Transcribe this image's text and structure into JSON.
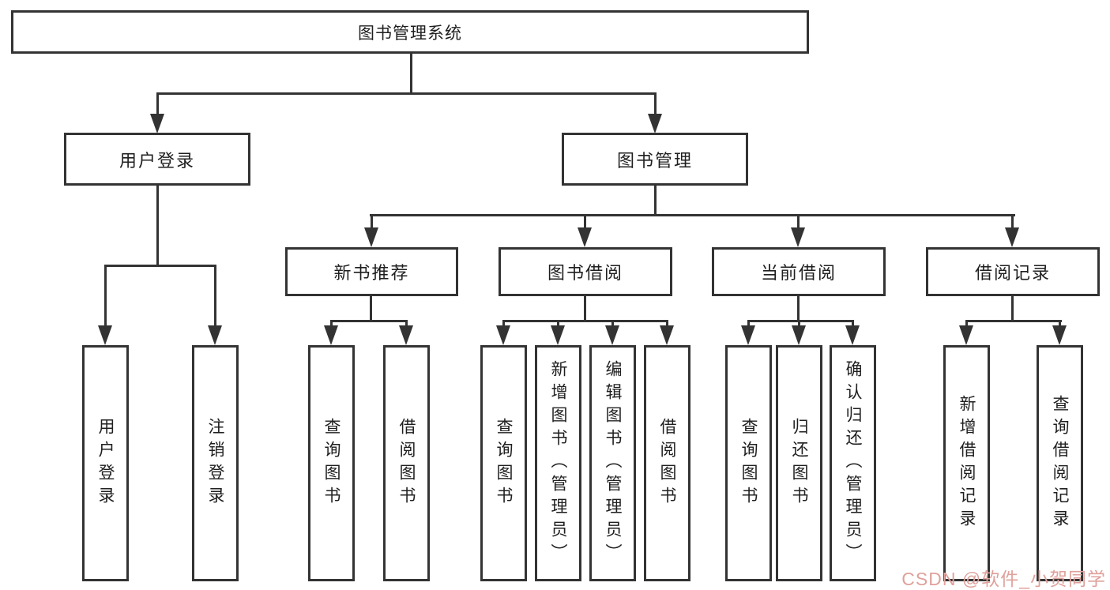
{
  "nodes": {
    "root": "图书管理系统",
    "l2_user_login": "用户登录",
    "l2_book_mgmt": "图书管理",
    "l3_new_books": "新书推荐",
    "l3_book_borrow": "图书借阅",
    "l3_current_borrow": "当前借阅",
    "l3_borrow_records": "借阅记录",
    "leaf_user_login": "用户登录",
    "leaf_logout": "注销登录",
    "leaf_nb_query": "查询图书",
    "leaf_nb_borrow": "借阅图书",
    "leaf_bb_query": "查询图书",
    "leaf_bb_add": "新增图书（管理员）",
    "leaf_bb_edit": "编辑图书（管理员）",
    "leaf_bb_borrow": "借阅图书",
    "leaf_cb_query": "查询图书",
    "leaf_cb_return": "归还图书",
    "leaf_cb_confirm": "确认归还（管理员）",
    "leaf_br_add": "新增借阅记录",
    "leaf_br_query": "查询借阅记录"
  },
  "watermark": "CSDN @软件_小贺同学",
  "colors": {
    "line": "#333333",
    "box_border": "#333333",
    "text": "#1f1f1f",
    "background": "#ffffff",
    "watermark": "#dfa19b"
  }
}
